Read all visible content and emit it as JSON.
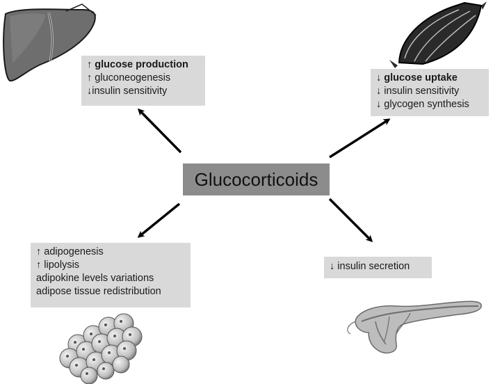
{
  "center": {
    "label": "Glucocorticoids"
  },
  "liver": {
    "lines": [
      "↑ glucose production",
      "↑ gluconeogenesis",
      "↓insulin sensitivity"
    ]
  },
  "muscle": {
    "lines": [
      "↓ glucose uptake",
      "↓ insulin sensitivity",
      "↓ glycogen synthesis"
    ]
  },
  "adipose": {
    "lines": [
      "↑ adipogenesis",
      "↑ lipolysis",
      "adipokine levels variations",
      "adipose tissue redistribution"
    ]
  },
  "pancreas": {
    "lines": [
      "↓ insulin secretion"
    ]
  },
  "icons": [
    "liver-icon",
    "muscle-icon",
    "adipocytes-icon",
    "pancreas-icon"
  ],
  "colors": {
    "box": "#d9d9d9",
    "center_box": "#8c8c8c",
    "arrow": "#000000"
  }
}
